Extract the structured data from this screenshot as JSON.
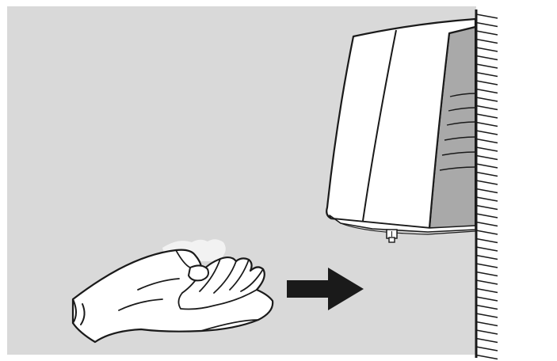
{
  "illustration": {
    "background_color": "#d9d9d9",
    "frame_color": "#ffffff",
    "outline_color": "#1a1a1a",
    "hand_fill": "#ffffff",
    "dispenser_front_fill": "#ffffff",
    "dispenser_side_fill": "#a9a9a9",
    "arrow_color": "#1a1a1a",
    "elements": [
      {
        "name": "hand",
        "icon": "open-hand-icon"
      },
      {
        "name": "direction",
        "icon": "right-arrow-icon"
      },
      {
        "name": "dispenser",
        "icon": "wall-mounted-dispenser-icon"
      },
      {
        "name": "wall",
        "icon": "hatched-wall-icon"
      }
    ]
  }
}
